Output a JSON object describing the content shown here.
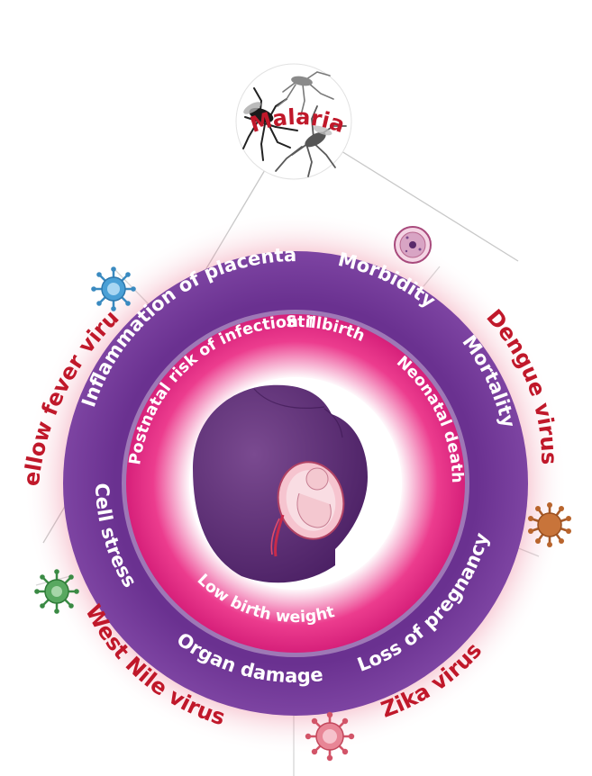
{
  "colors": {
    "outer_ring": "#7a3f9c",
    "outer_ring_dark": "#5e2a80",
    "inner_ring": "#e0287a",
    "inner_ring_light": "#f25aa0",
    "glow": "#d81c6a",
    "disease_text": "#c0182a",
    "center": "#4a1f63"
  },
  "diseases": {
    "malaria": "Malaria",
    "dengue": "Dengue virus",
    "zika": "Zika virus",
    "west_nile": "West Nile virus",
    "yellow_fever": "Yellow fever virus"
  },
  "outer_effects": {
    "morbidity": "Morbidity",
    "mortality": "Mortality",
    "cell_stress": "Cell stress",
    "organ_damage": "Organ damage",
    "loss_of_pregnancy": "Loss of pregnancy",
    "inflammation": "Inflammation of placenta"
  },
  "inner_effects": {
    "stillbirth": "Stillbirth",
    "neonatal_death": "Neonatal death",
    "low_birth_weight": "Low birth weight",
    "postnatal_risk": "Postnatal risk of infection ↑"
  },
  "icons": {
    "mosquito": "mosquito-icon",
    "malaria_parasite": "red-blood-cell-parasite-icon",
    "dengue": "dengue-virus-icon",
    "zika": "zika-virus-icon",
    "west_nile": "west-nile-virus-icon",
    "yellow_fever": "yellow-fever-virus-icon",
    "pregnant_woman": "pregnant-belly-fetus-icon"
  }
}
